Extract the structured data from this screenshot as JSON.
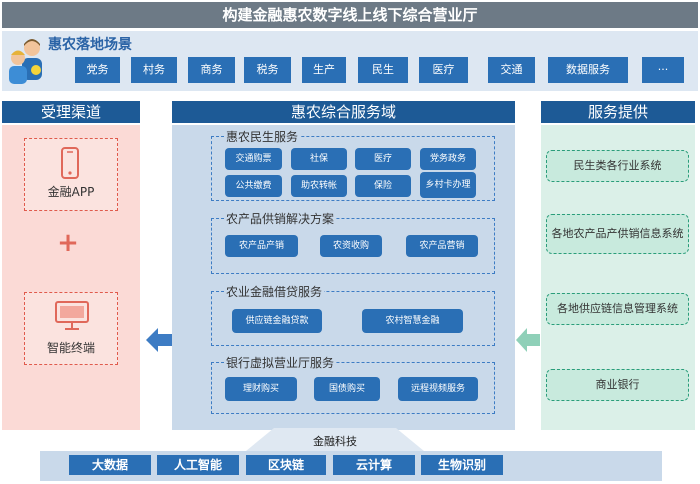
{
  "title": "构建金融惠农数字线上线下综合营业厅",
  "scene": {
    "title": "惠农落地场景",
    "tags": [
      "党务",
      "村务",
      "商务",
      "税务",
      "生产",
      "民生",
      "医疗",
      "交通",
      "数据服务",
      "···"
    ]
  },
  "left": {
    "heading": "受理渠道",
    "channels": [
      "金融APP",
      "智能终端"
    ],
    "plus": "+"
  },
  "center": {
    "heading": "惠农综合服务域",
    "groups": [
      {
        "title": "惠农民生服务",
        "items": [
          "交通购票",
          "社保",
          "医疗",
          "党务政务",
          "公共缴费",
          "助农转帐",
          "保险",
          "乡村卡办理"
        ]
      },
      {
        "title": "农产品供销解决方案",
        "items": [
          "农产品产销",
          "农资收购",
          "农产品营销"
        ]
      },
      {
        "title": "农业金融借贷服务",
        "items": [
          "供应链金融贷款",
          "农村智慧金融"
        ]
      },
      {
        "title": "银行虚拟营业厅服务",
        "items": [
          "理财购买",
          "国债购买",
          "远程视频服务"
        ]
      }
    ]
  },
  "right": {
    "heading": "服务提供",
    "systems": [
      "民生类各行业系统",
      "各地农产品产供销信息系统",
      "各地供应链信息管理系统",
      "商业银行"
    ]
  },
  "fintech": {
    "label": "金融科技",
    "items": [
      "大数据",
      "人工智能",
      "区块链",
      "云计算",
      "生物识别"
    ]
  },
  "colors": {
    "primary": "#2a6fb5",
    "header": "#1d5a96",
    "left_bg": "#fbdad6",
    "right_bg": "#dbf0e8",
    "center_bg": "#c9d9ea"
  }
}
